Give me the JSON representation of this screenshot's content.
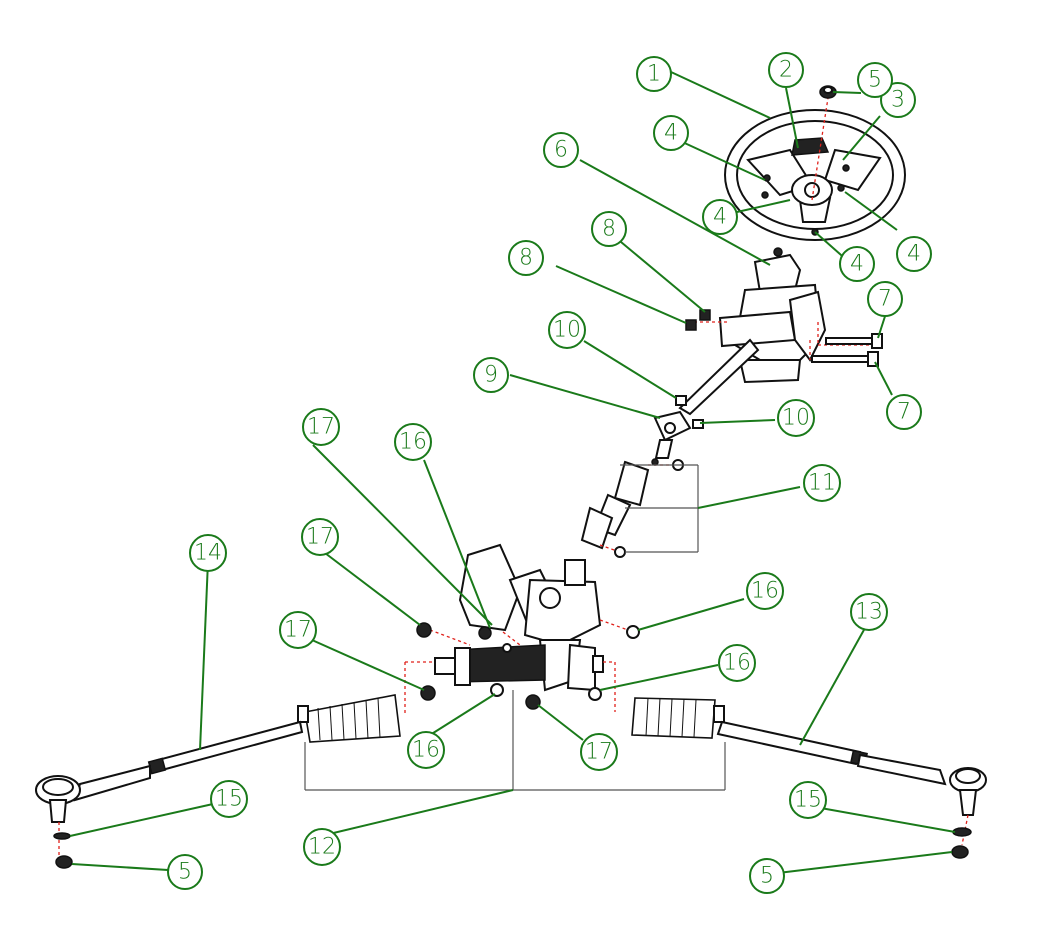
{
  "callouts": [
    {
      "id": "c1",
      "label": "1"
    },
    {
      "id": "c2",
      "label": "2"
    },
    {
      "id": "c3",
      "label": "3"
    },
    {
      "id": "c4a",
      "label": "4"
    },
    {
      "id": "c4b",
      "label": "4"
    },
    {
      "id": "c4c",
      "label": "4"
    },
    {
      "id": "c4d",
      "label": "4"
    },
    {
      "id": "c5a",
      "label": "5"
    },
    {
      "id": "c5b",
      "label": "5"
    },
    {
      "id": "c5c",
      "label": "5"
    },
    {
      "id": "c6",
      "label": "6"
    },
    {
      "id": "c7a",
      "label": "7"
    },
    {
      "id": "c7b",
      "label": "7"
    },
    {
      "id": "c8a",
      "label": "8"
    },
    {
      "id": "c8b",
      "label": "8"
    },
    {
      "id": "c9",
      "label": "9"
    },
    {
      "id": "c10a",
      "label": "10"
    },
    {
      "id": "c10b",
      "label": "10"
    },
    {
      "id": "c11",
      "label": "11"
    },
    {
      "id": "c12",
      "label": "12"
    },
    {
      "id": "c13",
      "label": "13"
    },
    {
      "id": "c14",
      "label": "14"
    },
    {
      "id": "c15a",
      "label": "15"
    },
    {
      "id": "c15b",
      "label": "15"
    },
    {
      "id": "c16a",
      "label": "16"
    },
    {
      "id": "c16b",
      "label": "16"
    },
    {
      "id": "c16c",
      "label": "16"
    },
    {
      "id": "c16d",
      "label": "16"
    },
    {
      "id": "c17a",
      "label": "17"
    },
    {
      "id": "c17b",
      "label": "17"
    },
    {
      "id": "c17c",
      "label": "17"
    },
    {
      "id": "c17d",
      "label": "17"
    }
  ],
  "colors": {
    "callout": "#1a7a1a",
    "dash": "#e0201a",
    "line": "#111111"
  }
}
